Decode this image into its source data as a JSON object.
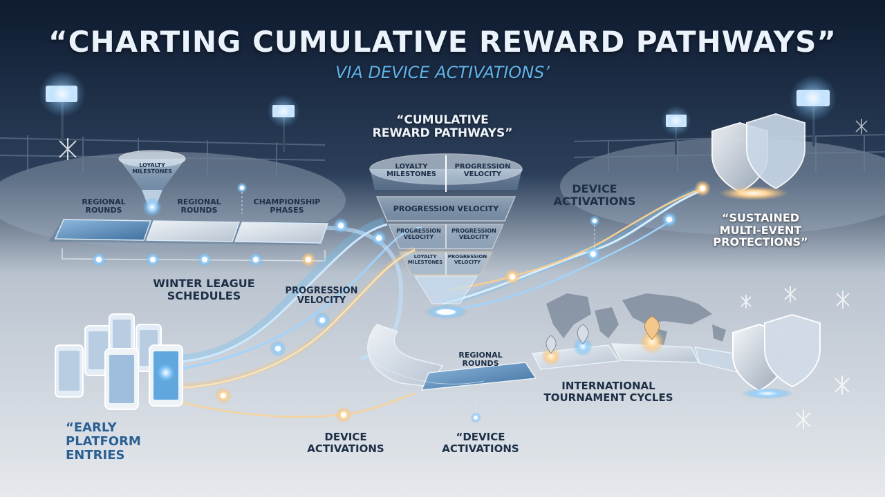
{
  "header": {
    "title": "“CHARTING CUMULATIVE REWARD PATHWAYS”",
    "subtitle": "VIA DEVICE ACTIVATIONS’"
  },
  "funnel": {
    "title": "“CUMULATIVE\nREWARD PATHWAYS”",
    "segments": {
      "loyalty": "LOYALTY\nMILESTONES",
      "progression_top": "PROGRESSION\nVELOCITY",
      "progression_mid": "PROGRESSION VELOCITY",
      "lower_left": "PROGRESSION\nVELOCITY",
      "lower_right": "PROGRESSION\nVELOCITY",
      "bottom_left": "LOYALTY\nMILESTONES",
      "bottom_right": "PROGRESSION\nVELOCITY"
    }
  },
  "mini_funnel": {
    "label": "LOYALTY\nMILESTONES"
  },
  "winter_track": {
    "stages": [
      "REGIONAL\nROUNDS",
      "REGIONAL\nROUNDS",
      "CHAMPIONSHIP\nPHASES"
    ],
    "caption": "WINTER LEAGUE\nSCHEDULES"
  },
  "labels": {
    "progression_velocity": "PROGRESSION\nVELOCITY",
    "device_activations_top": "DEVICE\nACTIVATIONS",
    "sustained": "“SUSTAINED\nMULTI-EVENT\nPROTECTIONS”",
    "early_entries": "“EARLY\nPLATFORM\nENTRIES",
    "device_activations_bottom": "DEVICE\nACTIVATIONS",
    "device_activations_quote": "“DEVICE\nACTIVATIONS",
    "regional_rounds": "REGIONAL\nROUNDS",
    "international": "INTERNATIONAL\nTOURNAMENT CYCLES"
  },
  "colors": {
    "accent_blue": "#5fb3e8",
    "accent_gold": "#f2c27a",
    "bg_top": "#0d1a2e",
    "bg_bottom": "#dfe4ea"
  },
  "icons": [
    "smartphone-icon",
    "shield-icon",
    "location-pin-icon",
    "snowflake-icon",
    "stadium-light-icon",
    "world-map-icon"
  ]
}
